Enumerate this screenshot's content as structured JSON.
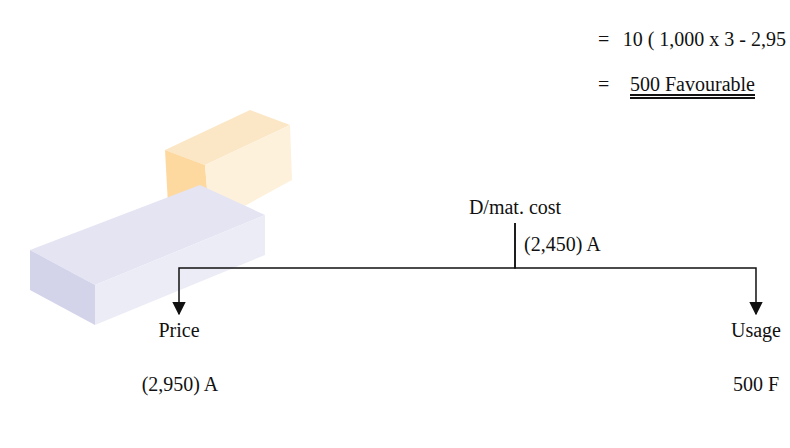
{
  "diagram": {
    "nodes": [
      {
        "text": [
          "D/mat. cost"
        ]
      },
      {
        "text": [
          "Price"
        ]
      },
      {
        "text": [
          "Usage"
        ]
      }
    ],
    "edges": [
      {
        "from": 0,
        "to": 1,
        "arrow": "to"
      },
      {
        "from": 0,
        "to": 2,
        "arrow": "to"
      }
    ],
    "labels": [
      "=",
      "10 ( 1,000 x 3 - 2,95",
      "=",
      "500 Favourable",
      "(2,450) A",
      "(2,950) A",
      "500 F"
    ]
  }
}
